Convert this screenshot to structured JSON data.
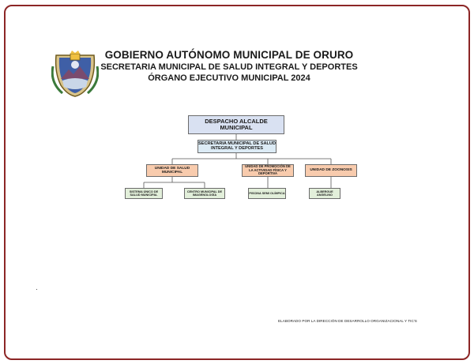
{
  "header": {
    "line1": "GOBIERNO AUTÓNOMO MUNICIPAL DE ORURO",
    "line2": "SECRETARIA MUNICIPAL DE SALUD INTEGRAL Y DEPORTES",
    "line3": "ÓRGANO EJECUTIVO MUNICIPAL 2024"
  },
  "org": {
    "root": "DESPACHO ALCALDE MUNICIPAL",
    "secretariat": "SECRETARIA MUNICIPAL DE SALUD INTEGRAL Y DEPORTES",
    "units": [
      {
        "label": "UNIDAD DE SALUD MUNICIPAL",
        "children": [
          "SISTEMA ÚNICO DE SALUD MUNICIPAL",
          "CENTRO MUNICIPAL DE IMAGENOLOGÍA"
        ]
      },
      {
        "label": "UNIDAD DE PROMOCIÓN DE LA ACTIVIDAD FÍSICA Y DEPORTIVA",
        "children": [
          "PISCINA SEMI OLÍMPICA"
        ]
      },
      {
        "label": "UNIDAD DE ZOONOSIS",
        "children": [
          "ALBERGUE ANGELINO"
        ]
      }
    ]
  },
  "footer": "ELABORADO POR LA DIRECCIÓN DE DESARROLLO ORGANIZACIONAL Y TIC'S",
  "colors": {
    "border": "#8c2626",
    "root_fill": "#d9e1f2",
    "secretariat_fill": "#dcebf5",
    "unit_fill": "#f8cbad",
    "leaf_fill": "#e2efda"
  },
  "emblem_icon": "municipal-coat-of-arms-icon"
}
